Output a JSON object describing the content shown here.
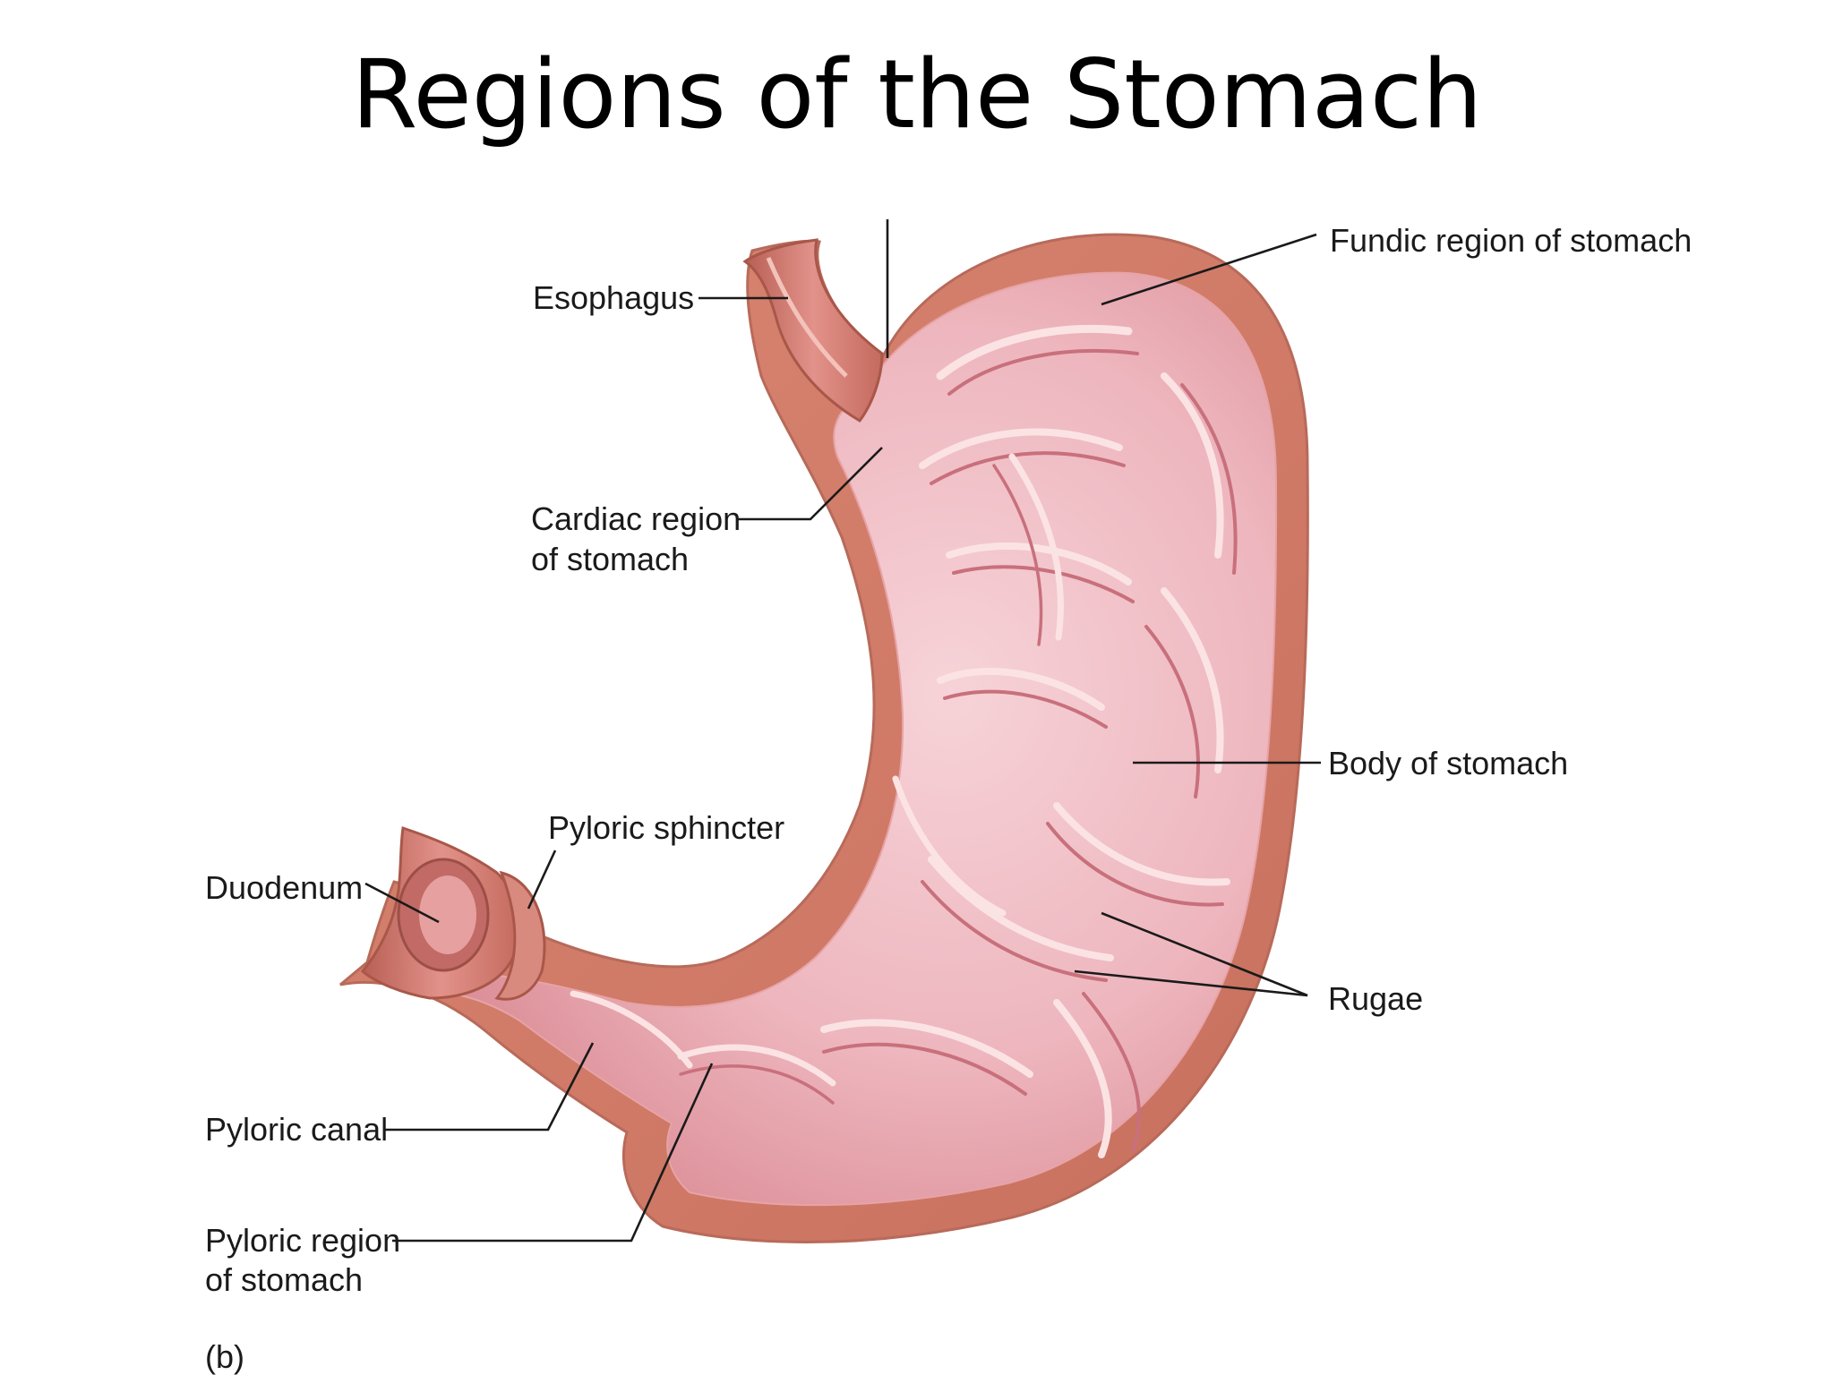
{
  "title": "Regions of the Stomach",
  "labels": {
    "fundic": "Fundic region of stomach",
    "esophagus": "Esophagus",
    "cardiac_line1": "Cardiac region",
    "cardiac_line2": "of stomach",
    "body": "Body of stomach",
    "pyloric_sphincter": "Pyloric sphincter",
    "duodenum": "Duodenum",
    "rugae": "Rugae",
    "pyloric_canal": "Pyloric canal",
    "pyloric_region_line1": "Pyloric region",
    "pyloric_region_line2": "of stomach",
    "panel": "(b)"
  },
  "colors": {
    "wall_outer": "#d9826e",
    "wall_inner": "#e9a7a6",
    "lumen": "#f0bfc6",
    "rugae_light": "#fbe3e4",
    "rugae_dark": "#c8707c",
    "muscle": "#c96a5a"
  }
}
